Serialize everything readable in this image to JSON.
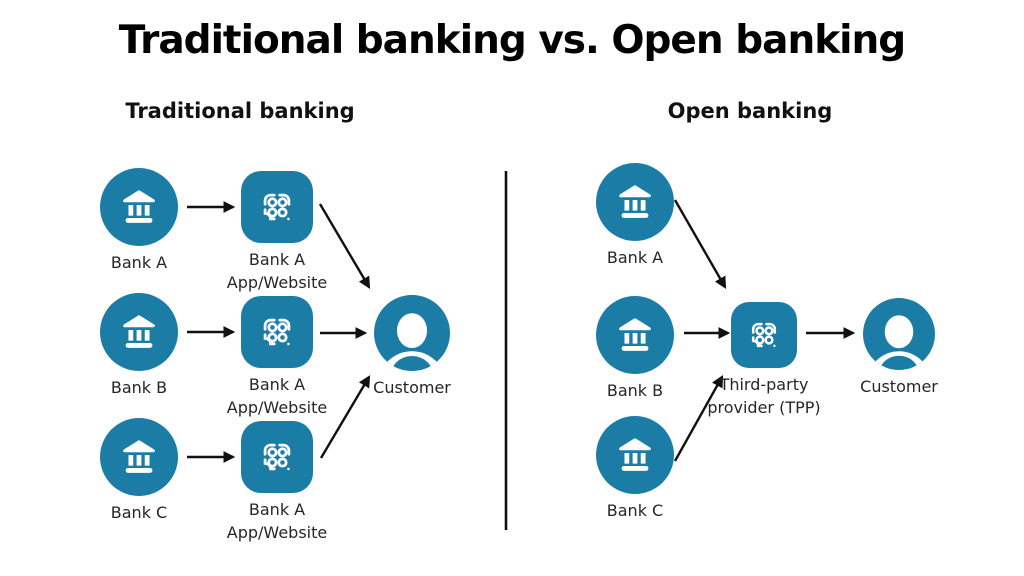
{
  "title": "Traditional banking vs. Open banking",
  "colors": {
    "accent": "#1B7CA6",
    "icon_glyph": "#FFFFFF",
    "arrow": "#111111",
    "divider": "#111111",
    "title_text": "#000000",
    "label_text": "#262626"
  },
  "icons": {
    "bank": "bank-building-icon",
    "app": "qr-app-icon",
    "customer": "person-icon"
  },
  "traditional": {
    "heading": "Traditional banking",
    "banks": [
      {
        "label": "Bank A"
      },
      {
        "label": "Bank B"
      },
      {
        "label": "Bank C"
      }
    ],
    "apps": [
      {
        "line1": "Bank A",
        "line2": "App/Website"
      },
      {
        "line1": "Bank A",
        "line2": "App/Website"
      },
      {
        "line1": "Bank A",
        "line2": "App/Website"
      }
    ],
    "customer": {
      "label": "Customer"
    }
  },
  "open": {
    "heading": "Open banking",
    "banks": [
      {
        "label": "Bank A"
      },
      {
        "label": "Bank B"
      },
      {
        "label": "Bank C"
      }
    ],
    "tpp": {
      "line1": "Third-party",
      "line2": "provider (TPP)"
    },
    "customer": {
      "label": "Customer"
    }
  }
}
